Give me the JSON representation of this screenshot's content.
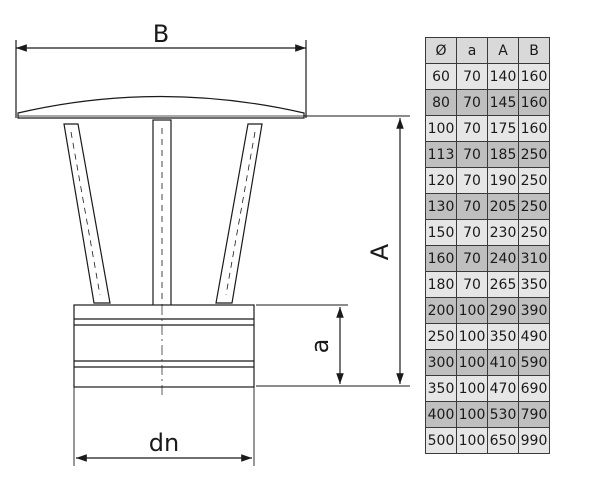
{
  "labels": {
    "width_top": "B",
    "height_total": "A",
    "spigot_height": "a",
    "diameter": "dn"
  },
  "table": {
    "headers": [
      "Ø",
      "a",
      "A",
      "B"
    ],
    "rows": [
      [
        "60",
        "70",
        "140",
        "160"
      ],
      [
        "80",
        "70",
        "145",
        "160"
      ],
      [
        "100",
        "70",
        "175",
        "160"
      ],
      [
        "113",
        "70",
        "185",
        "250"
      ],
      [
        "120",
        "70",
        "190",
        "250"
      ],
      [
        "130",
        "70",
        "205",
        "250"
      ],
      [
        "150",
        "70",
        "230",
        "250"
      ],
      [
        "160",
        "70",
        "240",
        "310"
      ],
      [
        "180",
        "70",
        "265",
        "350"
      ],
      [
        "200",
        "100",
        "290",
        "390"
      ],
      [
        "250",
        "100",
        "350",
        "490"
      ],
      [
        "300",
        "100",
        "410",
        "590"
      ],
      [
        "350",
        "100",
        "470",
        "690"
      ],
      [
        "400",
        "100",
        "530",
        "790"
      ],
      [
        "500",
        "100",
        "650",
        "990"
      ]
    ],
    "row_shades": [
      "light",
      "dark",
      "light",
      "dark",
      "light",
      "dark",
      "light",
      "dark",
      "light",
      "dark",
      "light",
      "dark",
      "light",
      "dark",
      "light"
    ]
  }
}
